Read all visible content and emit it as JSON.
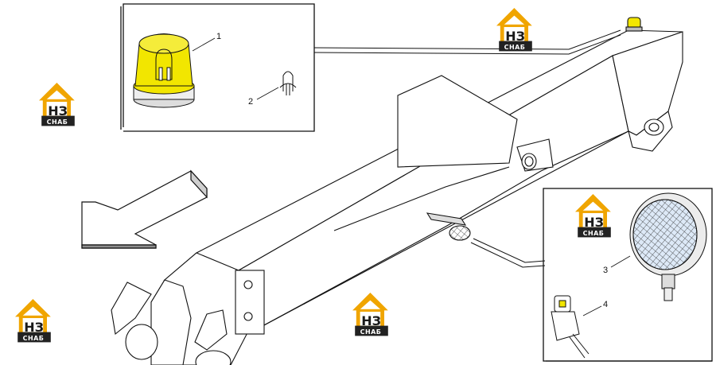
{
  "callouts": {
    "c1": "1",
    "c2": "2",
    "c3": "3",
    "c4": "4"
  },
  "watermark": {
    "letters": "НЗ",
    "caption": "СНАБ"
  },
  "colors": {
    "beacon_yellow": "#f2e600",
    "logo_orange": "#f0a500",
    "logo_dark": "#222222",
    "line": "#111111"
  }
}
